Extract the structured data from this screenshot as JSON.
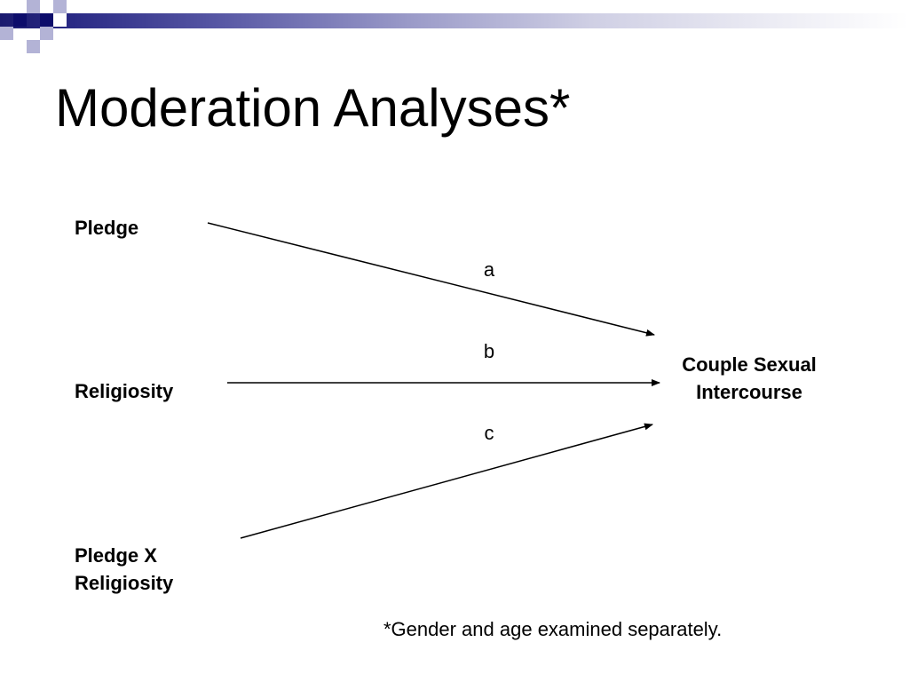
{
  "slide": {
    "title": "Moderation Analyses*",
    "footnote": "*Gender and age examined separately.",
    "theme_colors": {
      "dark": "#0d0d6b",
      "light": "#b3b3d6"
    }
  },
  "diagram": {
    "nodes": {
      "pledge": [
        "Pledge"
      ],
      "religiosity": [
        "Religiosity"
      ],
      "interaction": [
        "Pledge X",
        "Religiosity"
      ],
      "outcome": [
        "Couple Sexual",
        "Intercourse"
      ]
    },
    "edges": [
      {
        "from": "pledge",
        "to": "outcome",
        "label": "a"
      },
      {
        "from": "religiosity",
        "to": "outcome",
        "label": "b"
      },
      {
        "from": "interaction",
        "to": "outcome",
        "label": "c"
      }
    ]
  }
}
